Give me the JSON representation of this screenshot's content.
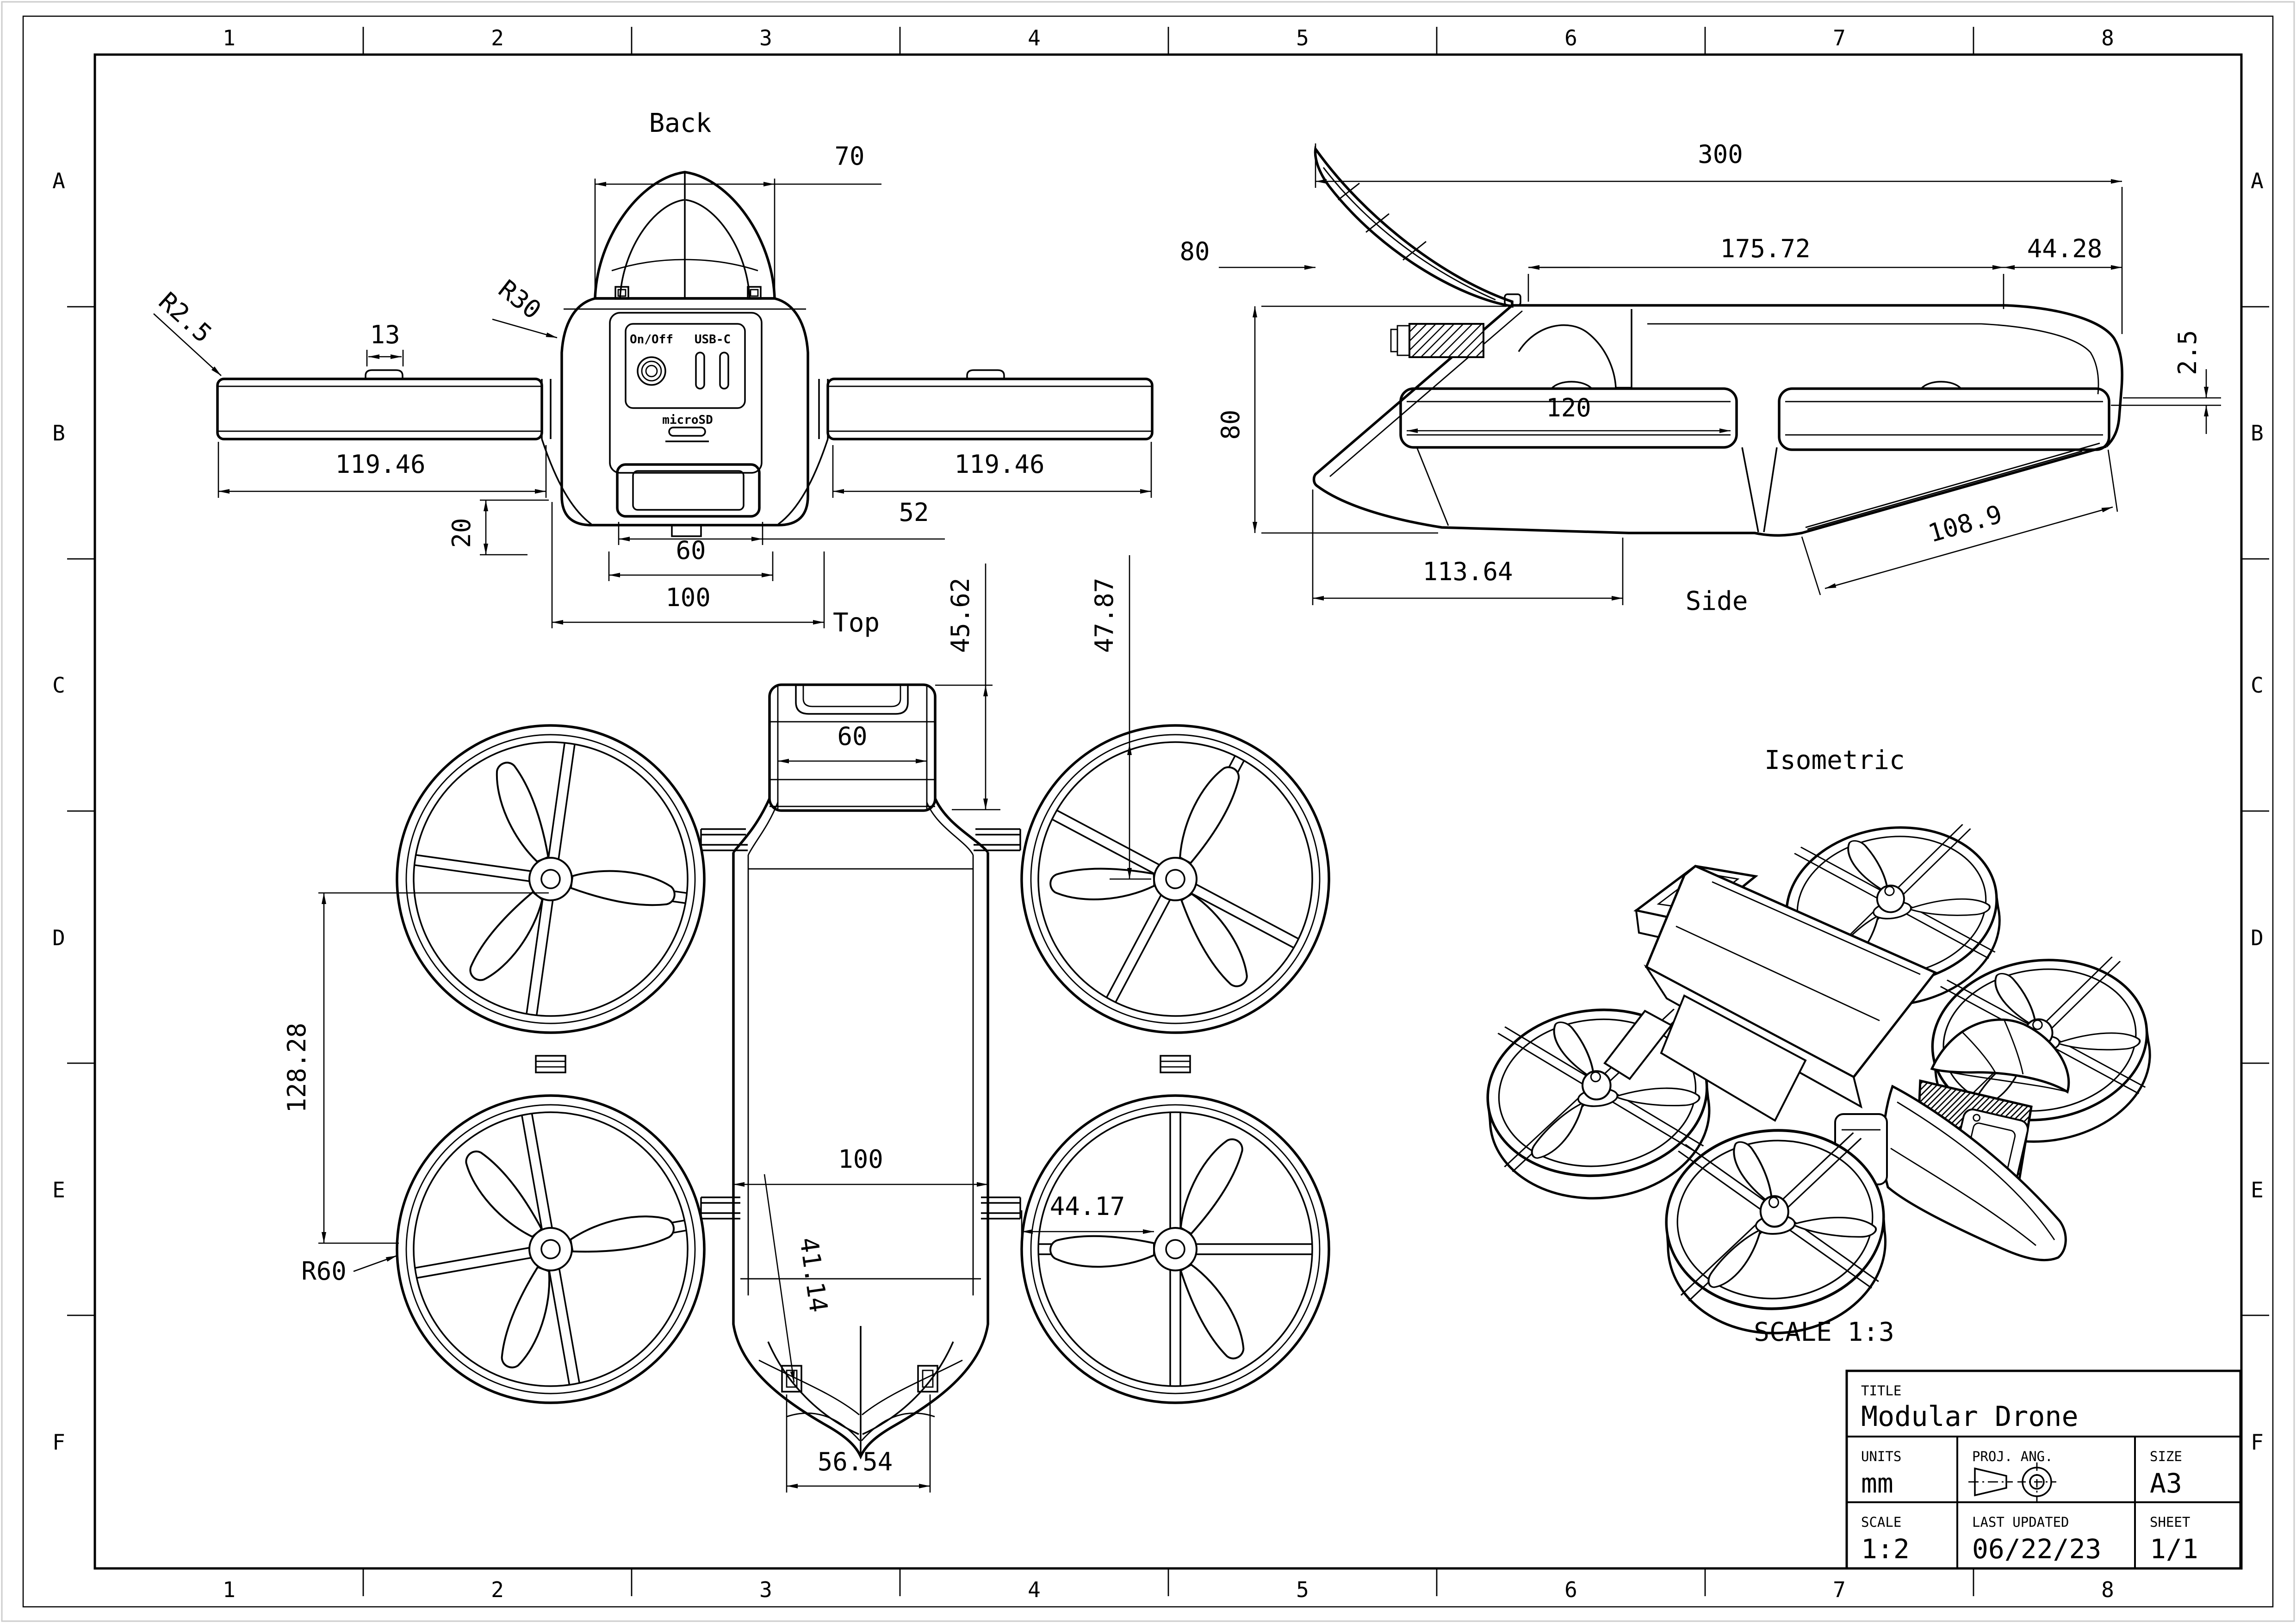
{
  "sheet": {
    "zones": {
      "columns": [
        "1",
        "2",
        "3",
        "4",
        "5",
        "6",
        "7",
        "8"
      ],
      "rows": [
        "A",
        "B",
        "C",
        "D",
        "E",
        "F"
      ]
    },
    "title_block": {
      "title_label": "TITLE",
      "title": "Modular Drone",
      "units_label": "UNITS",
      "units": "mm",
      "proj_label": "PROJ. ANG.",
      "proj_icon": "third-angle-projection-symbol",
      "size_label": "SIZE",
      "size": "A3",
      "scale_label": "SCALE",
      "scale": "1:2",
      "updated_label": "LAST UPDATED",
      "updated": "06/22/23",
      "sheet_label": "SHEET",
      "sheet_no": "1/1"
    }
  },
  "views": {
    "back": {
      "label": "Back",
      "dims": {
        "d70": "70",
        "r25": "R2.5",
        "d13": "13",
        "r30": "R30",
        "wing_left": "119.46",
        "wing_right": "119.46",
        "d20": "20",
        "d52": "52",
        "d60": "60",
        "d100": "100"
      },
      "ports": {
        "onoff": "On/Off",
        "usbc": "USB-C",
        "microsd": "microSD"
      }
    },
    "top": {
      "label": "Top",
      "dims": {
        "d4562": "45.62",
        "d4787": "47.87",
        "d60": "60",
        "d100": "100",
        "d12828": "128.28",
        "d4114": "41.14",
        "d4417": "44.17",
        "r60": "R60",
        "d5654": "56.54"
      }
    },
    "side": {
      "label": "Side",
      "dims": {
        "d300": "300",
        "d80_top": "80",
        "d17572": "175.72",
        "d4428": "44.28",
        "d25": "2.5",
        "d80_height": "80",
        "d120": "120",
        "d11364": "113.64",
        "d1089": "108.9"
      }
    },
    "iso": {
      "label": "Isometric",
      "scale_note": "SCALE 1:3"
    }
  }
}
